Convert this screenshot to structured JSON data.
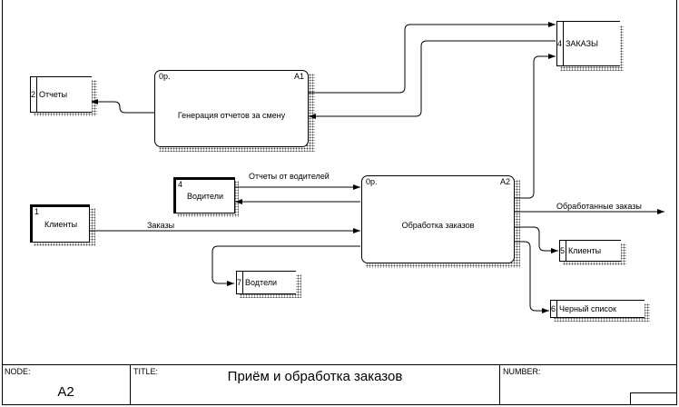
{
  "processes": [
    {
      "id": "A1",
      "pre": "0р.",
      "title": "Генерация отчетов за смену"
    },
    {
      "id": "A2",
      "pre": "0р.",
      "title": "Обработка заказов"
    }
  ],
  "stores": [
    {
      "num": "4",
      "label": "ЗАКАЗЫ"
    },
    {
      "num": "2",
      "label": "Отчеты"
    },
    {
      "num": "5",
      "label": "Клиенты"
    },
    {
      "num": "6",
      "label": "Черный список"
    },
    {
      "num": "7",
      "label": "Водтели"
    }
  ],
  "externals": [
    {
      "num": "4",
      "label": "Водители"
    },
    {
      "num": "1",
      "label": "Клиенты"
    }
  ],
  "arrow_labels": {
    "driver_reports": "Отчеты от водителей",
    "orders": "Заказы",
    "processed_orders": "Обработанные заказы"
  },
  "footer": {
    "node_caption": "NODE:",
    "node_value": "A2",
    "title_caption": "TITLE:",
    "title_value": "Приём и обработка заказов",
    "number_caption": "NUMBER:"
  }
}
